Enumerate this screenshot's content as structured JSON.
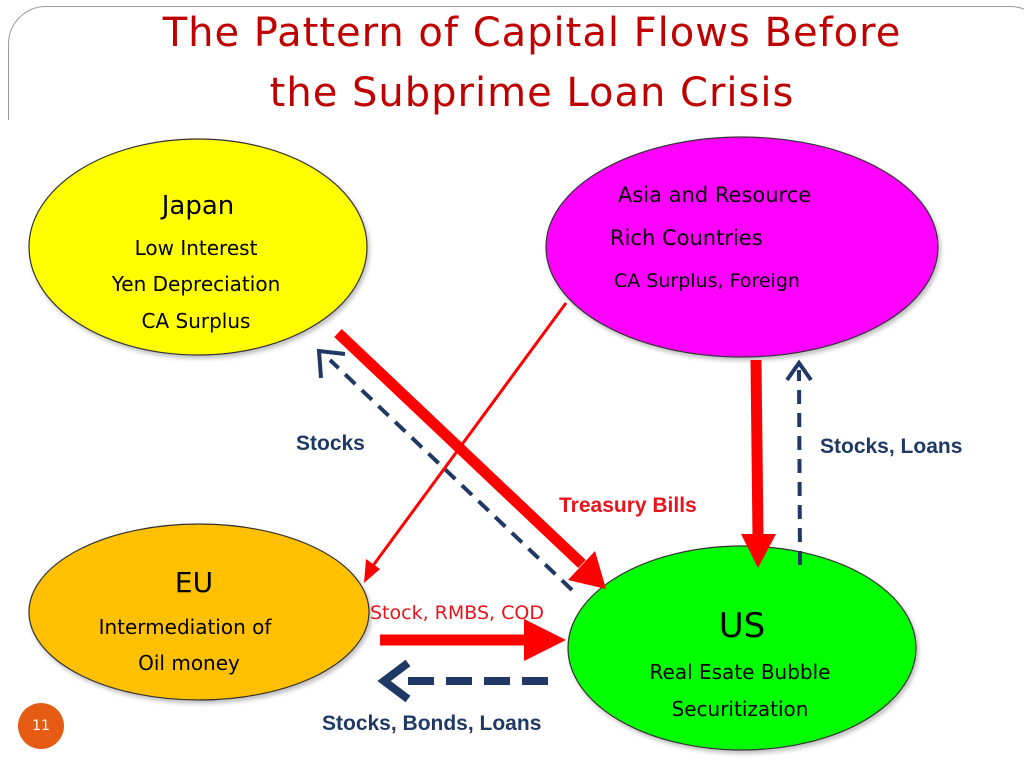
{
  "slide": {
    "title_line_1": "The Pattern of Capital Flows Before",
    "title_line_2": "the Subprime Loan Crisis",
    "page_number": "11"
  },
  "nodes": {
    "japan": {
      "name": "Japan",
      "lines": [
        "Low Interest",
        "Yen Depreciation",
        "CA Surplus"
      ],
      "color": "#ffff00"
    },
    "asia": {
      "name_lines": [
        "Asia and Resource",
        "Rich Countries"
      ],
      "lines": [
        "CA Surplus, Foreign"
      ],
      "color": "#ff00ff"
    },
    "eu": {
      "name": "EU",
      "lines": [
        "Intermediation of",
        "Oil money"
      ],
      "color": "#ffc000"
    },
    "us": {
      "name": "US",
      "lines": [
        "Real Esate Bubble",
        "Securitization"
      ],
      "color": "#00ff00"
    }
  },
  "flows": {
    "stocks": "Stocks",
    "stocks_loans": "Stocks, Loans",
    "treasury_bills": "Treasury Bills",
    "stock_rmbs_cod": "Stock, RMBS, COD",
    "stocks_bonds_loans": "Stocks, Bonds, Loans"
  },
  "colors": {
    "title": "#c00000",
    "red_arrow": "#ff0000",
    "blue_dashed_arrow": "#1f3864",
    "page_badge": "#e55b13"
  }
}
